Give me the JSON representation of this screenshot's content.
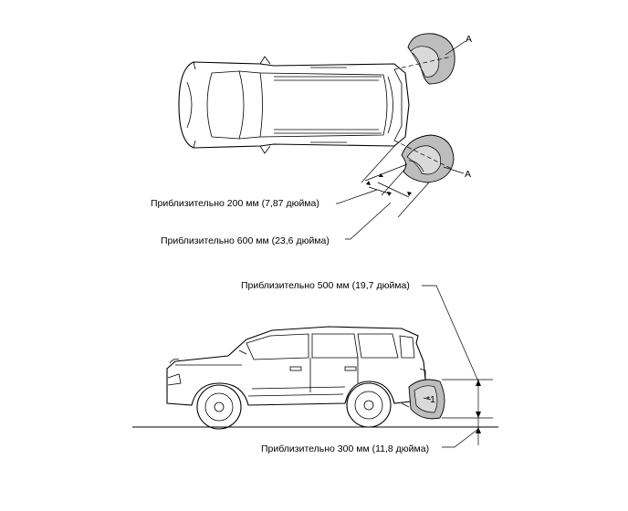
{
  "labels": {
    "top_distance_200": "Приблизительно 200 мм (7,87 дюйма)",
    "top_distance_600": "Приблизительно 600 мм (23,6 дюйма)",
    "side_height_500": "Приблизительно 500 мм (19,7 дюйма)",
    "side_height_300": "Приблизительно 300 мм (11,8 дюйма)",
    "zone_a_upper": "A",
    "zone_a_lower": "A",
    "note_marker": "*1"
  }
}
